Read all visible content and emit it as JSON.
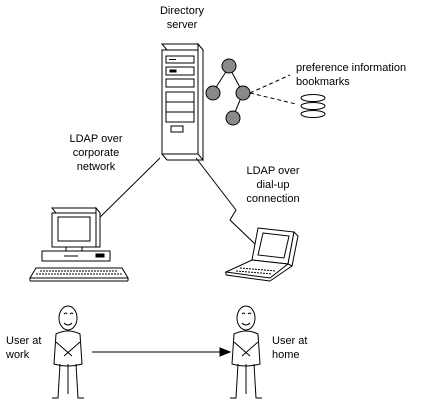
{
  "labels": {
    "directory_server": [
      "Directory",
      "server"
    ],
    "preference": [
      "preference information",
      "bookmarks"
    ],
    "ldap_corporate": [
      "LDAP over",
      "corporate",
      "network"
    ],
    "ldap_dialup": [
      "LDAP over",
      "dial-up",
      "connection"
    ],
    "user_work": [
      "User at",
      "work"
    ],
    "user_home": [
      "User at",
      "home"
    ]
  },
  "icons": {
    "server": "server-tower-icon",
    "tree": "directory-tree-icon",
    "stack": "data-stack-icon",
    "desktop": "desktop-computer-icon",
    "laptop": "laptop-icon",
    "user_work": "person-icon",
    "user_home": "person-icon"
  },
  "colors": {
    "stroke": "#000000",
    "node_fill": "#8a8a8a",
    "background": "#ffffff"
  }
}
